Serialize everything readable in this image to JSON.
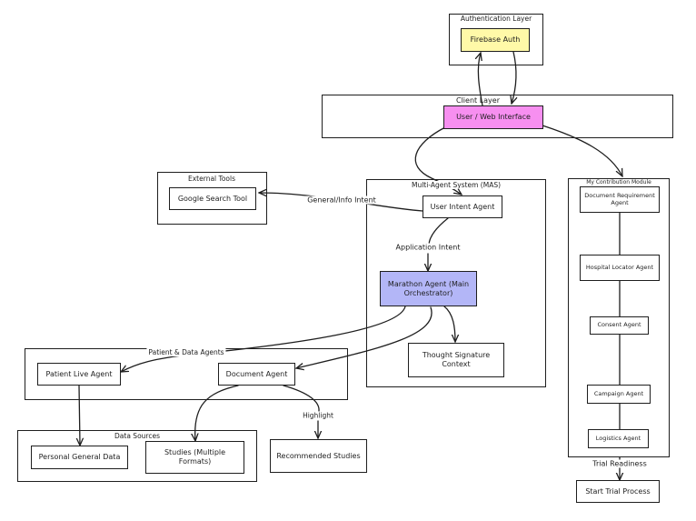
{
  "groups": {
    "auth_layer": "Authentication Layer",
    "client_layer": "Client Layer",
    "external_tools": "External Tools",
    "mas": "Multi-Agent System (MAS)",
    "contribution": "My Contribution Module",
    "patient_data": "Patient & Data Agents",
    "data_sources": "Data Sources"
  },
  "nodes": {
    "firebase_auth": "Firebase Auth",
    "web_interface": "User / Web Interface",
    "google_search": "Google Search Tool",
    "user_intent": "User Intent Agent",
    "marathon": "Marathon Agent (Main Orchestrator)",
    "thought_signature": "Thought Signature Context",
    "patient_live": "Patient Live Agent",
    "document_agent": "Document Agent",
    "personal_data": "Personal General Data",
    "studies": "Studies (Multiple Formats)",
    "recommended": "Recommended Studies",
    "doc_requirement": "Document Requirement Agent",
    "hospital_locator": "Hospital Locator Agent",
    "consent": "Consent Agent",
    "campaign": "Campaign Agent",
    "logistics": "Logistics Agent",
    "start_trial": "Start Trial Process"
  },
  "edge_labels": {
    "general_info": "General/Info Intent",
    "application": "Application Intent",
    "highlight": "Highlight",
    "trial_readiness": "Trial Readiness"
  },
  "colors": {
    "firebase_fill": "#fff9a8",
    "web_fill": "#f78ff0",
    "marathon_fill": "#b3b6f7",
    "stroke": "#1e1e1e"
  }
}
